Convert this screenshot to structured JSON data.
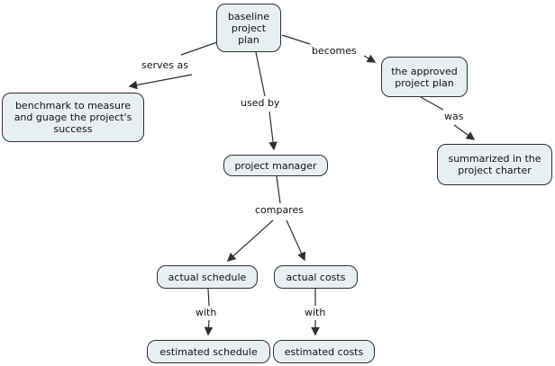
{
  "diagram": {
    "type": "concept-map",
    "colors": {
      "background": "#ffffff",
      "node_fill": "#e8eff2",
      "node_border": "#2f2f2f",
      "line": "#2f2f2f",
      "text": "#111111"
    },
    "nodes": {
      "baseline": {
        "label": "baseline project plan"
      },
      "benchmark": {
        "label": "benchmark to measure and guage the project's success"
      },
      "approved": {
        "label": "the approved project plan"
      },
      "summarized": {
        "label": "summarized in the project charter"
      },
      "manager": {
        "label": "project manager"
      },
      "actual_schedule": {
        "label": "actual schedule"
      },
      "actual_costs": {
        "label": "actual costs"
      },
      "estimated_schedule": {
        "label": "estimated schedule"
      },
      "estimated_costs": {
        "label": "estimated costs"
      }
    },
    "edges": {
      "serves_as": {
        "label": "serves as",
        "from": "baseline project plan",
        "to": "benchmark to measure and guage the project's success"
      },
      "becomes": {
        "label": "becomes",
        "from": "baseline project plan",
        "to": "the approved project plan"
      },
      "used_by": {
        "label": "used by",
        "from": "baseline project plan",
        "to": "project manager"
      },
      "was": {
        "label": "was",
        "from": "the approved project plan",
        "to": "summarized in the project charter"
      },
      "compares": {
        "label": "compares",
        "from": "project manager",
        "to": "actual schedule / actual costs"
      },
      "with_schedule": {
        "label": "with",
        "from": "actual schedule",
        "to": "estimated schedule"
      },
      "with_costs": {
        "label": "with",
        "from": "actual costs",
        "to": "estimated costs"
      }
    }
  }
}
